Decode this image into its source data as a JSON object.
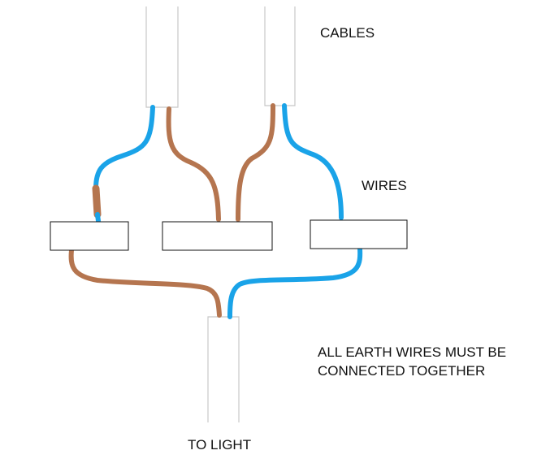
{
  "labels": {
    "cables": "CABLES",
    "wires": "WIRES",
    "note_line1": "ALL EARTH WIRES MUST BE",
    "note_line2": "CONNECTED TOGETHER",
    "to_light": "TO LIGHT"
  },
  "colors": {
    "live_brown": "#B5754F",
    "neutral_blue": "#1AA3E8",
    "outline": "#c8c8c8",
    "box_border": "#111111"
  }
}
